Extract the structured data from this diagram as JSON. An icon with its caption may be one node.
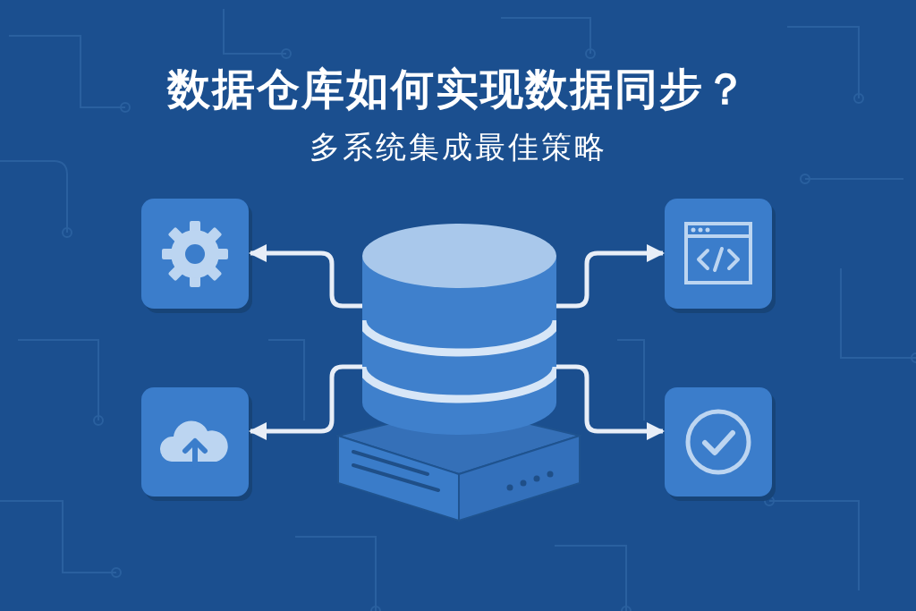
{
  "diagram": {
    "title": "数据仓库如何实现数据同步？",
    "nodes": [
      {
        "text": [],
        "shape": "cylinder"
      },
      {
        "text": [],
        "shape": "picture"
      },
      {
        "text": [],
        "shape": "picture"
      },
      {
        "text": [],
        "shape": "picture"
      },
      {
        "text": [],
        "shape": "picture"
      }
    ],
    "edges": [
      {
        "from": 0,
        "to": 1,
        "arrow": "to"
      },
      {
        "from": 0,
        "to": 2,
        "arrow": "to"
      },
      {
        "from": 0,
        "to": 3,
        "arrow": "to"
      },
      {
        "from": 0,
        "to": 4,
        "arrow": "to"
      }
    ],
    "labels": [
      "多系统集成最佳策略"
    ]
  }
}
